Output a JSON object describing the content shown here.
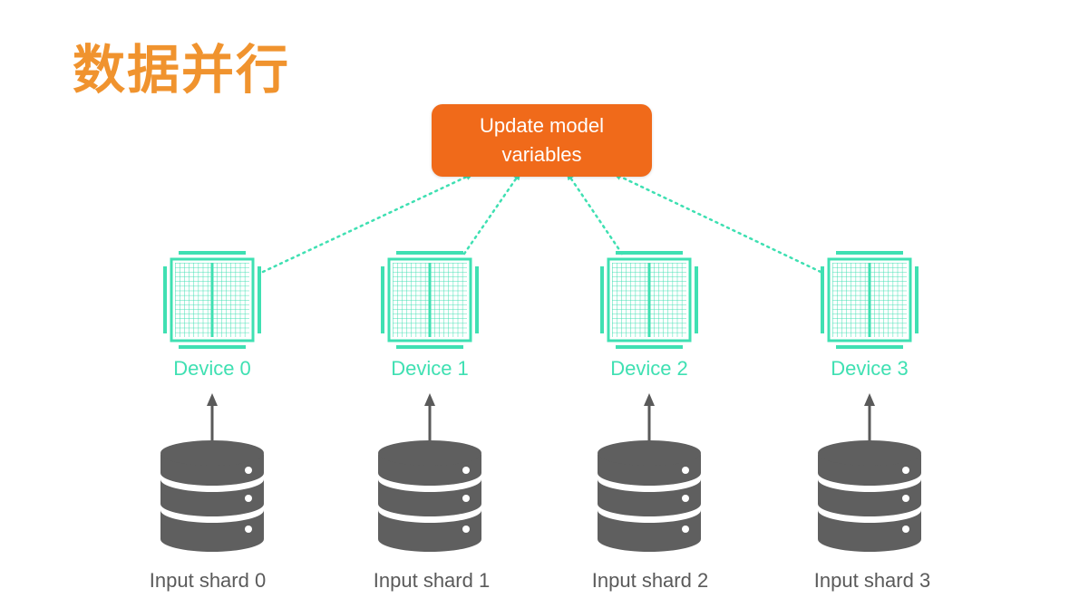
{
  "title": "数据并行",
  "update_box": {
    "label": "Update model variables"
  },
  "devices": [
    {
      "label": "Device 0"
    },
    {
      "label": "Device 1"
    },
    {
      "label": "Device 2"
    },
    {
      "label": "Device 3"
    }
  ],
  "shards": [
    {
      "label": "Input shard 0"
    },
    {
      "label": "Input shard 1"
    },
    {
      "label": "Input shard 2"
    },
    {
      "label": "Input shard 3"
    }
  ],
  "colors": {
    "title": "#f0932e",
    "update_box": "#f06a1a",
    "device": "#3fe0b2",
    "connector": "#3fe0b2",
    "database": "#5f5f5f",
    "arrow": "#5a5a5a",
    "shard_text": "#5a5a5a"
  },
  "icons": {
    "device": "chip-icon",
    "shard": "database-icon"
  }
}
